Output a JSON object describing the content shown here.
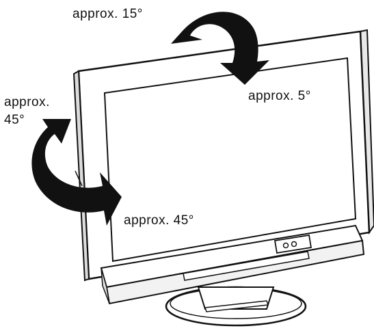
{
  "labels": {
    "tilt_back": "approx. 15°",
    "tilt_forward": "approx. 5°",
    "swivel_left_line1": "approx.",
    "swivel_left_line2": "45°",
    "swivel_right": "approx. 45°"
  },
  "colors": {
    "outline": "#111111",
    "bezel_fill": "#ffffff",
    "arrow_fill": "#111111",
    "shadow_fill": "#cfcfcf"
  },
  "icons": [
    "curved-arrow-icon",
    "power-button-icon"
  ]
}
